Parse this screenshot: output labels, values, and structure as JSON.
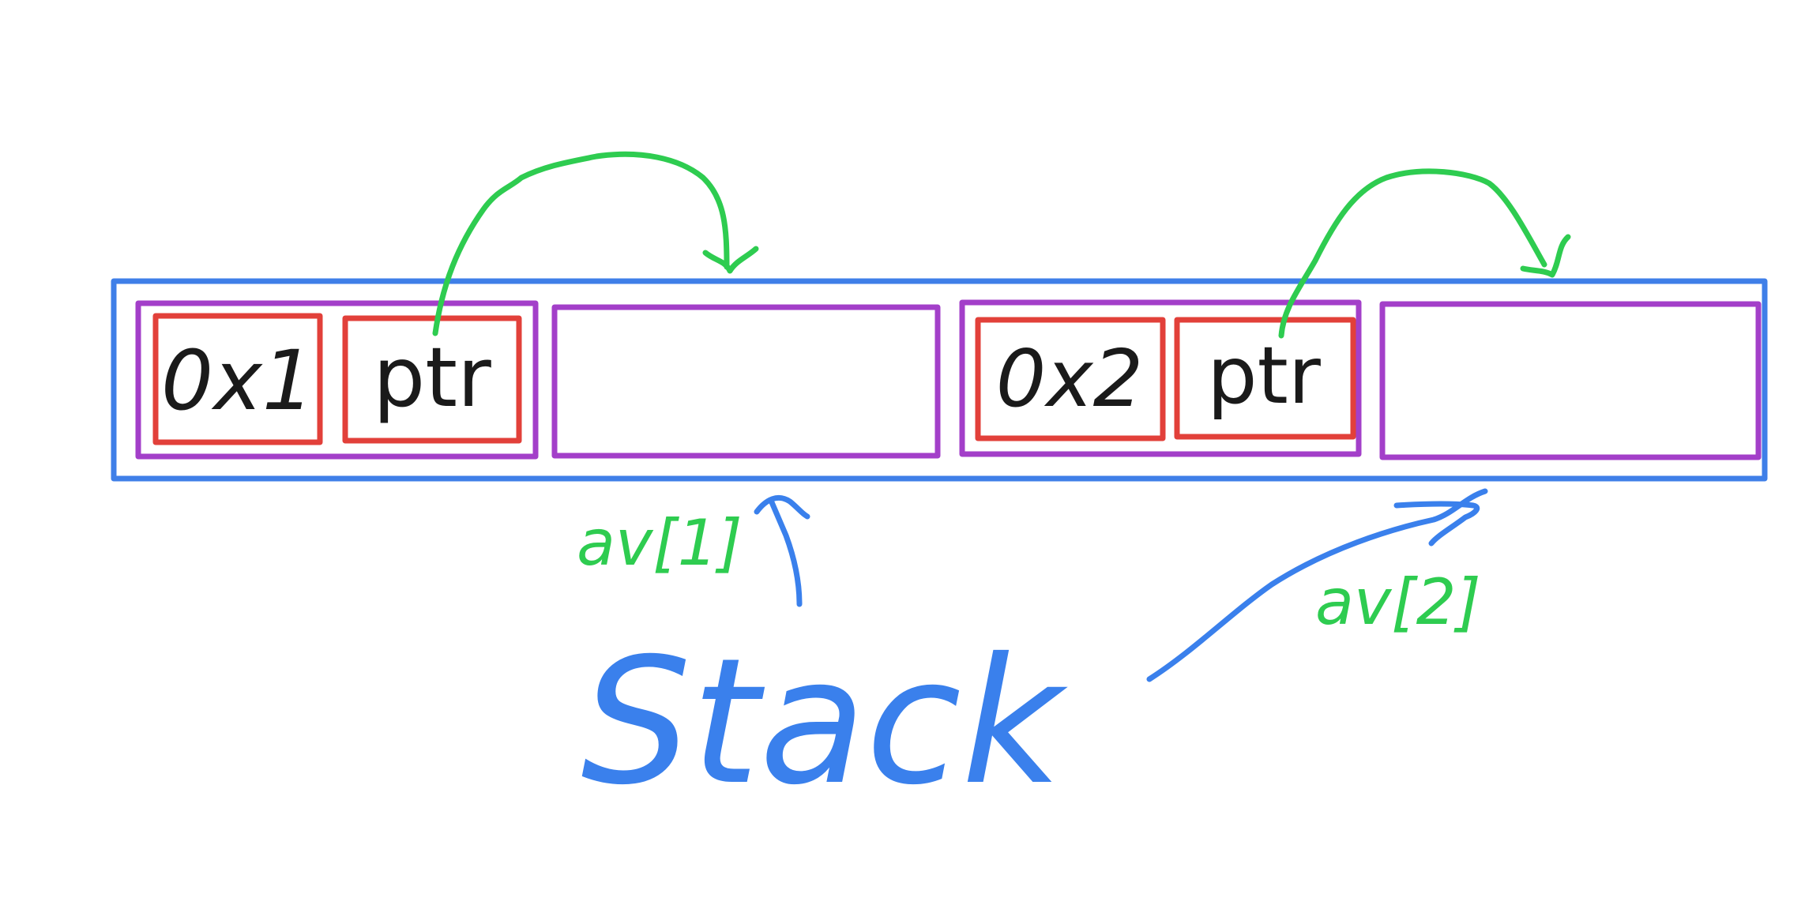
{
  "colors": {
    "outer_box": "#3f7fe8",
    "struct_box": "#a33fc9",
    "field_box": "#e2403a",
    "pointer_arrow": "#2ecc50",
    "stack_annotation": "#3a80ec",
    "text": "#1a1a1a"
  },
  "cells": [
    {
      "fields": [
        {
          "text": "0x1"
        },
        {
          "text": "ptr"
        }
      ]
    },
    {
      "fields": []
    },
    {
      "fields": [
        {
          "text": "0x2"
        },
        {
          "text": "ptr"
        }
      ]
    },
    {
      "fields": []
    }
  ],
  "labels": {
    "av1": "av[1]",
    "av2": "av[2]",
    "stack": "Stack"
  }
}
